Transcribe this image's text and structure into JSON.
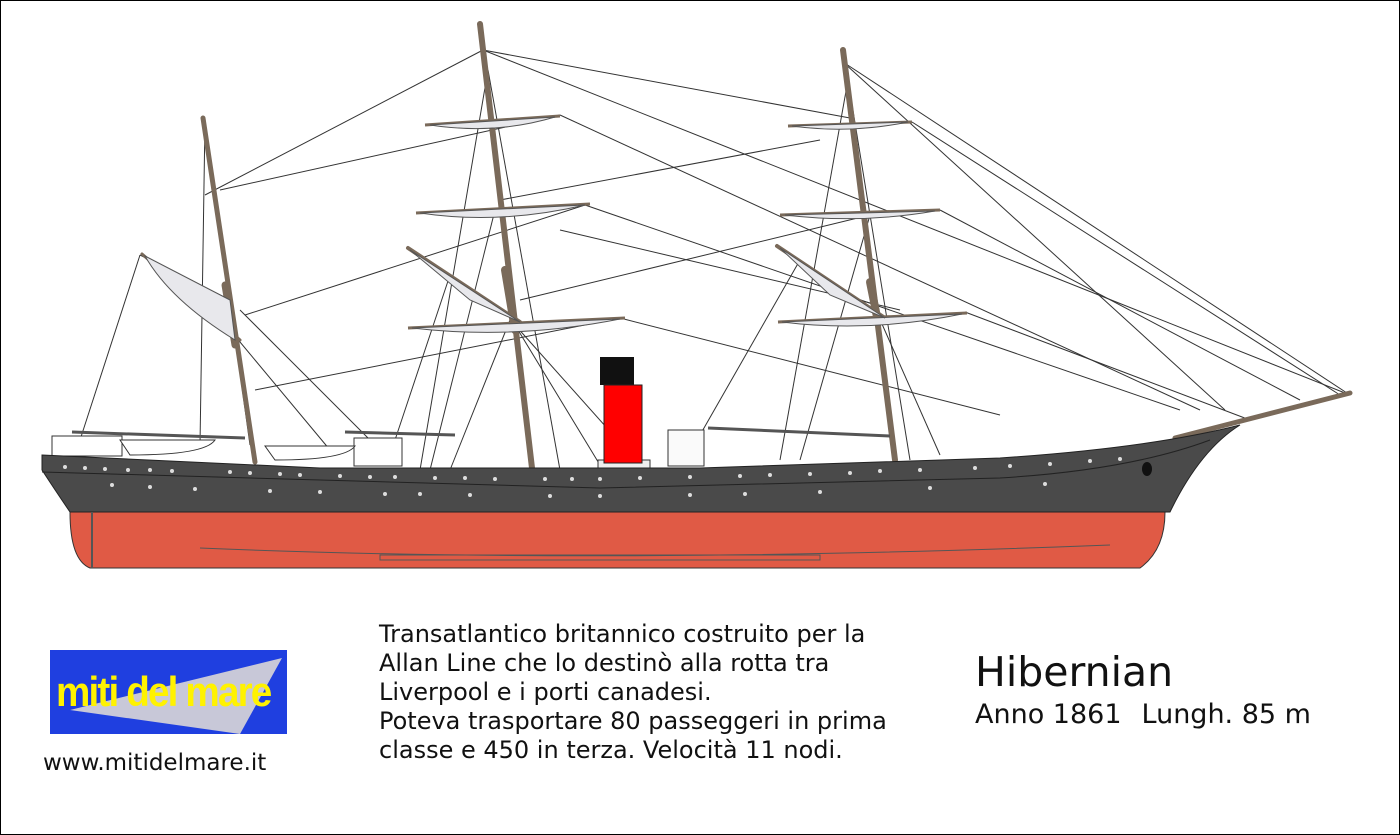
{
  "logo": {
    "text": "miti del mare",
    "colors": {
      "background": "#1f3fe0",
      "text": "#fff200",
      "swoosh": "#c8c8d8"
    }
  },
  "site_url": "www.mitidelmare.it",
  "description": [
    "Transatlantico britannico costruito per la",
    "Allan Line che lo destinò alla rotta tra",
    "Liverpool e i porti canadesi.",
    "Poteva trasportare 80 passeggeri in prima",
    "classe e 450 in terza. Velocità 11 nodi."
  ],
  "ship": {
    "name": "Hibernian",
    "year": "Anno 1861",
    "length": "Lungh. 85 m",
    "colors": {
      "hull_upper": "#4a4a4a",
      "hull_lower": "#e05a45",
      "funnel_red": "#ff0000",
      "funnel_top": "#111111",
      "mast": "#7a6a5a"
    }
  }
}
